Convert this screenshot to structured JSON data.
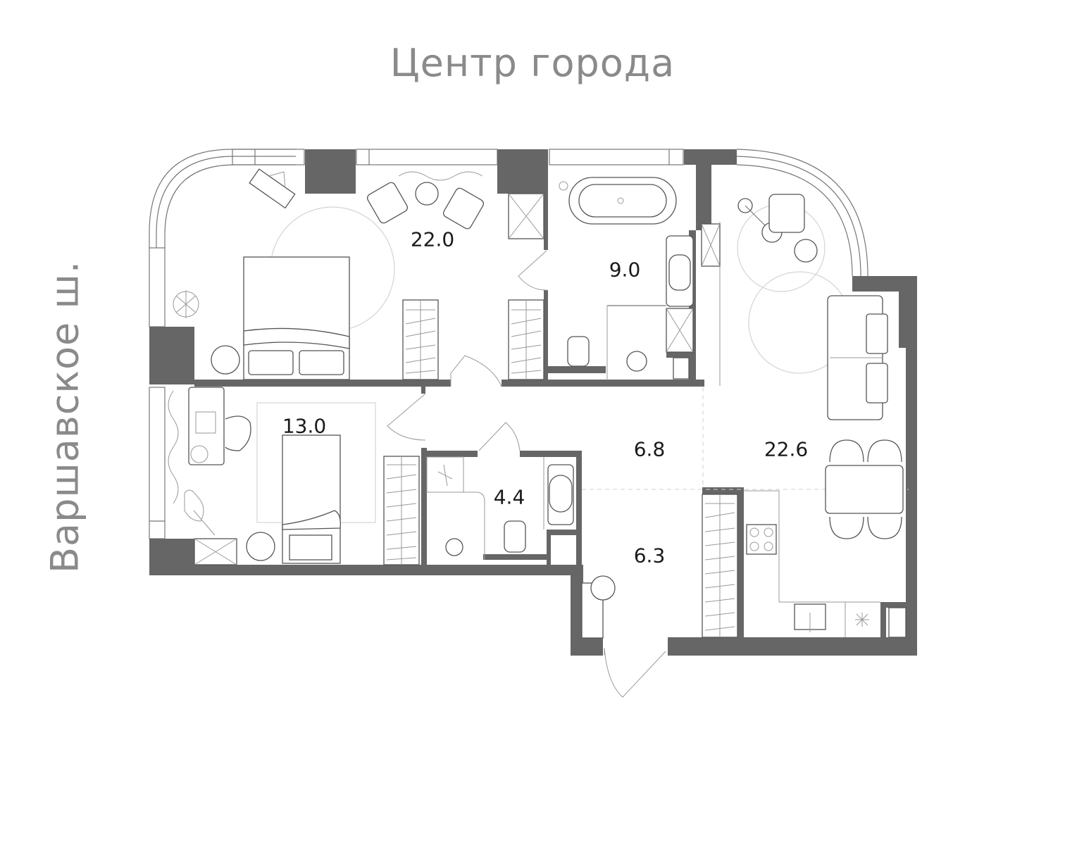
{
  "orientation": {
    "top_label": "Центр города",
    "left_label": "Варшавское ш."
  },
  "rooms": [
    {
      "id": "bedroom",
      "area": "22.0"
    },
    {
      "id": "bathroom",
      "area": "9.0"
    },
    {
      "id": "children-room",
      "area": "13.0"
    },
    {
      "id": "guest-bathroom",
      "area": "4.4"
    },
    {
      "id": "hallway",
      "area": "6.8"
    },
    {
      "id": "entrance-hall",
      "area": "6.3"
    },
    {
      "id": "kitchen-living",
      "area": "22.6"
    }
  ],
  "colors": {
    "wall": "#666666",
    "label_text": "#8a8a8a",
    "area_text": "#1a1a1a"
  }
}
